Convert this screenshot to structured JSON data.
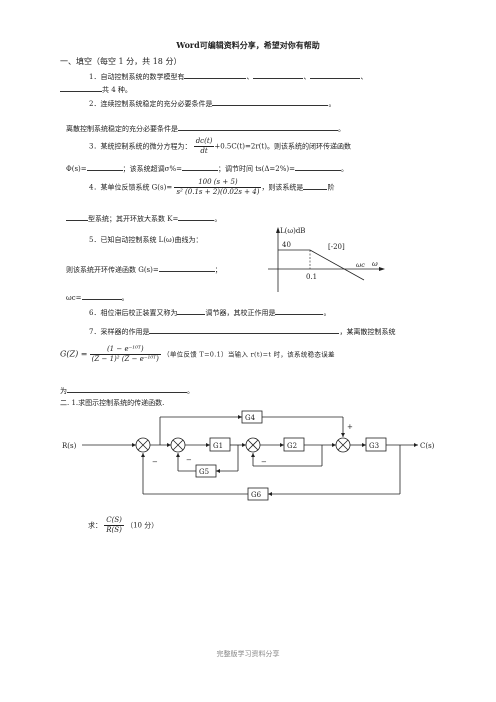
{
  "header": "Word可编辑资料分享，希望对你有帮助",
  "footer": "完整版学习资料分享",
  "section1": {
    "title": "一、填空（每空 1 分，共 18 分）",
    "q1": {
      "text": "1．自动控制系统的数学模型有",
      "sep1": "、",
      "sep2": "、",
      "sep3": "、",
      "tail": "共 4 种。"
    },
    "q2": {
      "text": "2．连续控制系统稳定的充分必要条件是",
      "end": "。"
    },
    "q2b": {
      "text": "离散控制系统稳定的充分必要条件是",
      "end": "。"
    },
    "q3": {
      "text": "3．某统控制系统的微分方程为：",
      "frac_num": "dc(t)",
      "frac_den": "dt",
      "eq_tail": "+0.5C(t)=2r(t)。则该系统的闭环传递函数",
      "line2a": "Φ(s)=",
      "line2b": "；该系统超调σ%=",
      "line2c": "；调节时间 ts(Δ=2%)=",
      "end": "。"
    },
    "q4": {
      "text": "4．某单位反馈系统 G(s)=",
      "frac_num": "100 (s + 5)",
      "frac_den": "s² (0.1s + 2)(0.02s + 4)",
      "tail": "，则该系统是",
      "tail2": "阶",
      "line2": "型系统；其开环放大系数 K=",
      "end": "。"
    },
    "q5": {
      "text": "5．已知自动控制系统 L(ω)曲线为：",
      "line2": "则该系统开环传递函数 G(s)=",
      "line2_end": "；",
      "line3": "ωc=",
      "end": "。"
    },
    "q6": {
      "text": "6．相位滞后校正装置又称为",
      "mid": "调节器，其校正作用是",
      "end": "。"
    },
    "q7": {
      "text": "7．采样器的作用是",
      "mid": "，某离散控制系统",
      "gz": "G(Z) =",
      "frac_num": "(1 − e⁻¹⁰ᵀ)",
      "frac_den": "(Z − 1)² (Z − e⁻¹⁰ᵀ)",
      "tail": "（单位反馈 T=0.1）当输入 r(t)=t 时，该系统稳态误差",
      "last": "为",
      "end": "。"
    }
  },
  "bode": {
    "ylabel": "L(ω)dB",
    "level": "40",
    "slope": "[-20]",
    "xlabel": "ω",
    "corner": "0.1",
    "wc": "ωc"
  },
  "section2": {
    "title": "二. 1.求图示控制系统的传递函数.",
    "input": "R(s)",
    "output": "C(s)",
    "blocks": [
      "G1",
      "G2",
      "G3",
      "G4",
      "G5",
      "G6"
    ],
    "signs": {
      "plus": "+",
      "minus": "−"
    },
    "ask": "求：",
    "ask_num": "C(S)",
    "ask_den": "R(S)",
    "score": "（10 分）"
  }
}
